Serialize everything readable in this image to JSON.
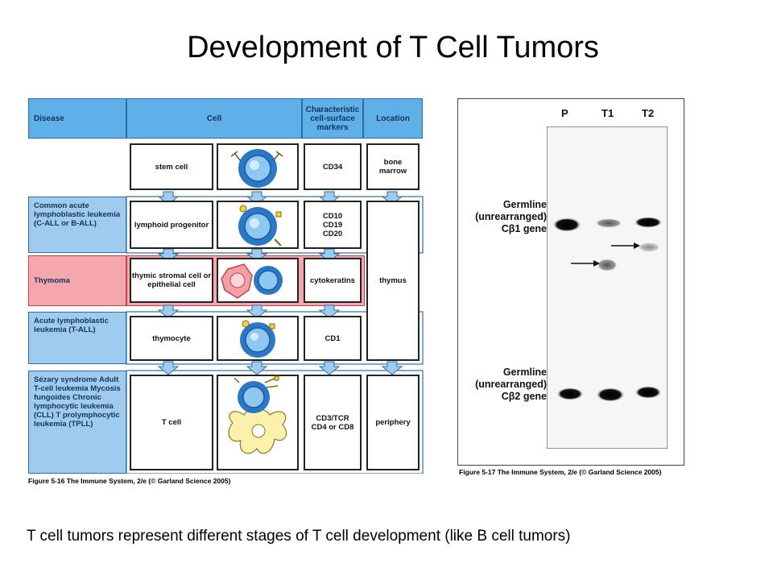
{
  "slide": {
    "title": "Development of T Cell Tumors",
    "footer": "T cell tumors represent different stages of T cell development (like B cell tumors)"
  },
  "table_figure": {
    "headers": {
      "disease": "Disease",
      "cell": "Cell",
      "markers": "Characteristic cell-surface markers",
      "location": "Location"
    },
    "rows": [
      {
        "disease": "",
        "cell": "stem cell",
        "markers": "CD34",
        "location": "bone marrow"
      },
      {
        "disease": "Common acute lymphoblastic leukemia (C-ALL or B-ALL)",
        "cell": "lymphoid progenitor",
        "markers": "CD10 CD19 CD20",
        "location": ""
      },
      {
        "disease": "Thymoma",
        "cell": "thymic stromal cell or epithelial cell",
        "markers": "cytokeratins",
        "location": "thymus"
      },
      {
        "disease": "Acute lymphoblastic leukemia (T-ALL)",
        "cell": "thymocyte",
        "markers": "CD1",
        "location": ""
      },
      {
        "disease": "Sézary syndrome Adult T-cell leukemia Mycosis fungoides Chronic lymphocytic leukemia (CLL) T prolymphocytic leukemia (TPLL)",
        "cell": "T cell",
        "markers": "CD3/TCR CD4 or CD8",
        "location": "periphery"
      }
    ],
    "caption": "Figure 5-16 The Immune System, 2/e (© Garland Science 2005)"
  },
  "gel_figure": {
    "lanes": [
      "P",
      "T1",
      "T2"
    ],
    "band_labels": [
      "Germline (unrearranged) Cβ1 gene",
      "Germline (unrearranged) Cβ2 gene"
    ],
    "caption": "Figure 5-17 The Immune System, 2/e (© Garland Science 2005)"
  }
}
